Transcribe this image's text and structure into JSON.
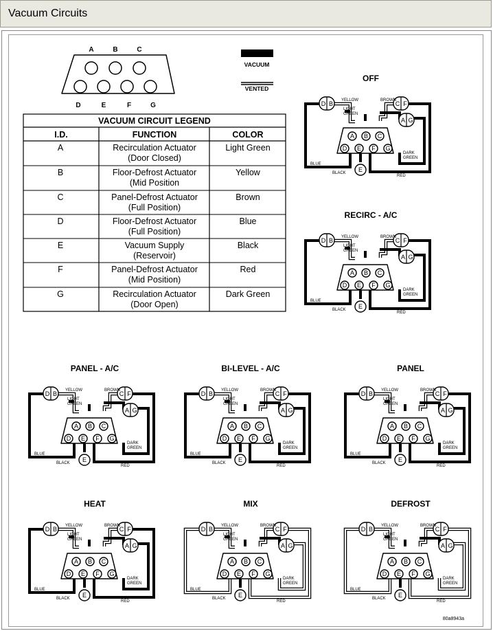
{
  "window": {
    "title": "Vacuum Circuits"
  },
  "connector": {
    "top_letters": [
      "A",
      "B",
      "C"
    ],
    "bottom_letters": [
      "D",
      "E",
      "F",
      "G"
    ]
  },
  "key": {
    "vacuum": "VACUUM",
    "vented": "VENTED"
  },
  "legend": {
    "title": "VACUUM CIRCUIT LEGEND",
    "headers": [
      "I.D.",
      "FUNCTION",
      "COLOR"
    ],
    "rows": [
      {
        "id": "A",
        "function": [
          "Recirculation Actuator",
          "(Door Closed)"
        ],
        "color": "Light Green"
      },
      {
        "id": "B",
        "function": [
          "Floor-Defrost Actuator",
          "(Mid Position"
        ],
        "color": "Yellow"
      },
      {
        "id": "C",
        "function": [
          "Panel-Defrost Actuator",
          "(Full Position)"
        ],
        "color": "Brown"
      },
      {
        "id": "D",
        "function": [
          "Floor-Defrost Actuator",
          "(Full Position)"
        ],
        "color": "Blue"
      },
      {
        "id": "E",
        "function": [
          "Vacuum Supply",
          "(Reservoir)"
        ],
        "color": "Black"
      },
      {
        "id": "F",
        "function": [
          "Panel-Defrost Actuator",
          "(Mid Position)"
        ],
        "color": "Red"
      },
      {
        "id": "G",
        "function": [
          "Recirculation Actuator",
          "(Door Open)"
        ],
        "color": "Dark Green"
      }
    ]
  },
  "wire_labels": {
    "yellow": "YELLOW",
    "brown": "BROWN",
    "light": "LIGHT",
    "green": "GREEN",
    "dark": "DARK",
    "blue": "BLUE",
    "black": "BLACK",
    "red": "RED"
  },
  "modes": [
    {
      "title": "OFF"
    },
    {
      "title": "RECIRC - A/C"
    },
    {
      "title": "PANEL - A/C"
    },
    {
      "title": "BI-LEVEL - A/C"
    },
    {
      "title": "PANEL"
    },
    {
      "title": "HEAT"
    },
    {
      "title": "MIX"
    },
    {
      "title": "DEFROST"
    }
  ],
  "figure_id": "80a8943a"
}
